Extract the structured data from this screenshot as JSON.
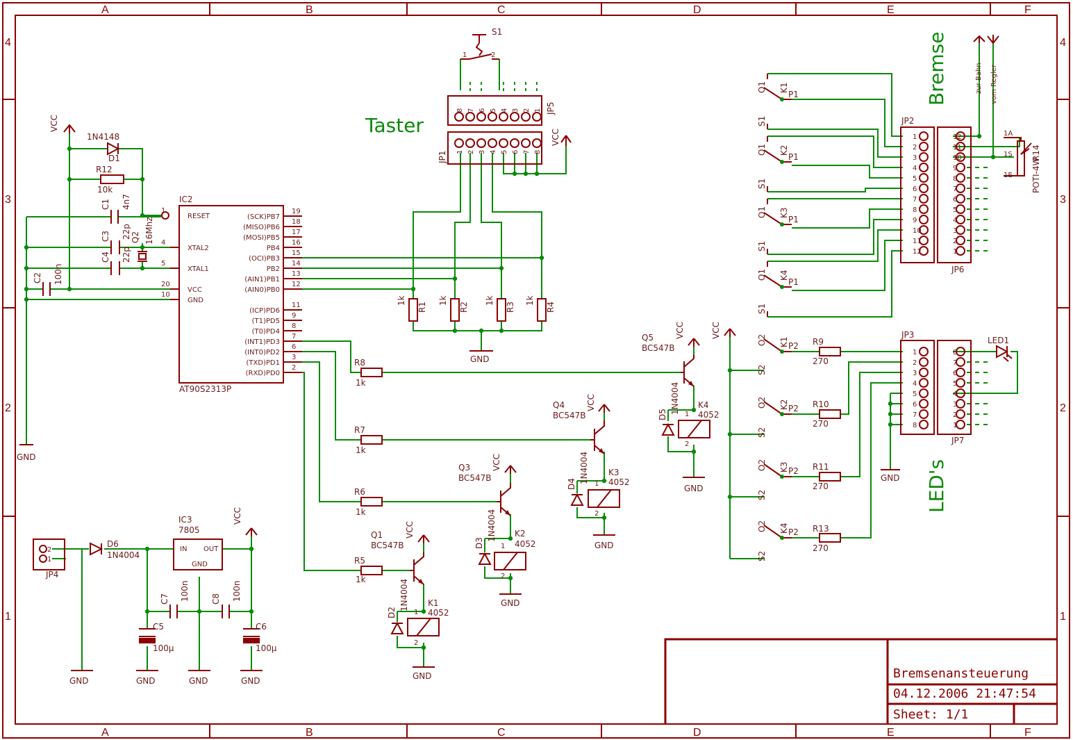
{
  "frame": {
    "cols": [
      "A",
      "B",
      "C",
      "D",
      "E",
      "F"
    ],
    "rows": [
      "4",
      "3",
      "2",
      "1"
    ]
  },
  "title_block": {
    "title": "Bremsenansteuerung",
    "datetime": "04.12.2006  21:47:54",
    "sheet": "Sheet: 1/1"
  },
  "section_labels": {
    "taster": "Taster",
    "bremse": "Bremse",
    "leds": "LED's"
  },
  "nets": {
    "vcc": "VCC",
    "gnd": "GND"
  },
  "mcu": {
    "ref": "IC2",
    "part": "AT90S2313P",
    "left_pins": [
      {
        "num": "1",
        "name": "RESET"
      },
      {
        "num": "4",
        "name": "XTAL2"
      },
      {
        "num": "5",
        "name": "XTAL1"
      },
      {
        "num": "20",
        "name": "VCC"
      },
      {
        "num": "10",
        "name": "GND"
      }
    ],
    "right_pins": [
      {
        "num": "19",
        "name": "(SCK)PB7"
      },
      {
        "num": "18",
        "name": "(MISO)PB6"
      },
      {
        "num": "17",
        "name": "(MOSI)PB5"
      },
      {
        "num": "16",
        "name": "PB4"
      },
      {
        "num": "15",
        "name": "(OCI)PB3"
      },
      {
        "num": "14",
        "name": "PB2"
      },
      {
        "num": "13",
        "name": "(AIN1)PB1"
      },
      {
        "num": "12",
        "name": "(AIN0)PB0"
      },
      {
        "num": "11",
        "name": "(ICP)PD6"
      },
      {
        "num": "9",
        "name": "(T1)PD5"
      },
      {
        "num": "8",
        "name": "(T0)PD4"
      },
      {
        "num": "7",
        "name": "(INT1)PD3"
      },
      {
        "num": "6",
        "name": "(INT0)PD2"
      },
      {
        "num": "3",
        "name": "(TXD)PD1"
      },
      {
        "num": "2",
        "name": "(RXD)PD0"
      }
    ]
  },
  "parts": {
    "d1": {
      "ref": "D1",
      "value": "1N4148"
    },
    "r12": {
      "ref": "R12",
      "value": "10k"
    },
    "c1": {
      "ref": "C1",
      "value": "4n7"
    },
    "c3": {
      "ref": "C3",
      "value": "22p"
    },
    "c4": {
      "ref": "C4",
      "value": "22p"
    },
    "q2": {
      "ref": "Q2",
      "value": "16Mhz"
    },
    "c2": {
      "ref": "C2",
      "value": "100n"
    },
    "s1": {
      "ref": "S1",
      "pin1": "1",
      "pin2": "2"
    },
    "jp5": {
      "ref": "JP5"
    },
    "jp1": {
      "ref": "JP1"
    },
    "r1": {
      "ref": "R1",
      "value": "1k"
    },
    "r2": {
      "ref": "R2",
      "value": "1k"
    },
    "r3": {
      "ref": "R3",
      "value": "1k"
    },
    "r4": {
      "ref": "R4",
      "value": "1k"
    },
    "r5": {
      "ref": "R5",
      "value": "1k"
    },
    "r6": {
      "ref": "R6",
      "value": "1k"
    },
    "r7": {
      "ref": "R7",
      "value": "1k"
    },
    "r8": {
      "ref": "R8",
      "value": "1k"
    },
    "q1": {
      "ref": "Q1",
      "value": "BC547B"
    },
    "q3": {
      "ref": "Q3",
      "value": "BC547B"
    },
    "q4": {
      "ref": "Q4",
      "value": "BC547B"
    },
    "q5": {
      "ref": "Q5",
      "value": "BC547B"
    },
    "d2": {
      "ref": "D2",
      "value": "1N4004"
    },
    "d3": {
      "ref": "D3",
      "value": "1N4004"
    },
    "d4": {
      "ref": "D4",
      "value": "1N4004"
    },
    "d5": {
      "ref": "D5",
      "value": "1N4004"
    },
    "k1": {
      "ref": "K1",
      "value": "4052"
    },
    "k2": {
      "ref": "K2",
      "value": "4052"
    },
    "k3": {
      "ref": "K3",
      "value": "4052"
    },
    "k4": {
      "ref": "K4",
      "value": "4052"
    },
    "jp4": {
      "ref": "JP4"
    },
    "d6": {
      "ref": "D6",
      "value": "1N4004"
    },
    "ic3": {
      "ref": "IC3",
      "value": "7805",
      "in": "IN",
      "out": "OUT",
      "gnd": "GND"
    },
    "c5": {
      "ref": "C5",
      "value": "100µ"
    },
    "c6": {
      "ref": "C6",
      "value": "100µ"
    },
    "c7": {
      "ref": "C7",
      "value": "100n"
    },
    "c8": {
      "ref": "C8",
      "value": "100n"
    },
    "jp2": {
      "ref": "JP2"
    },
    "jp6": {
      "ref": "JP6"
    },
    "jp3": {
      "ref": "JP3"
    },
    "jp7": {
      "ref": "JP7"
    },
    "r14": {
      "ref": "R14",
      "value": "POTI-4W",
      "p1a": "1A",
      "p1s": "1S",
      "p1e": "1E"
    },
    "led1": {
      "ref": "LED1"
    },
    "r9": {
      "ref": "R9",
      "value": "270"
    },
    "r10": {
      "ref": "R10",
      "value": "270"
    },
    "r11": {
      "ref": "R11",
      "value": "270"
    },
    "r13": {
      "ref": "R13",
      "value": "270"
    }
  },
  "bremse_contacts": [
    {
      "k": "K1",
      "o": "O1",
      "s": "S1",
      "p": "P1"
    },
    {
      "k": "K2",
      "o": "O1",
      "s": "S1",
      "p": "P1"
    },
    {
      "k": "K3",
      "o": "O1",
      "s": "S1",
      "p": "P1"
    },
    {
      "k": "K4",
      "o": "O1",
      "s": "S1",
      "p": "P1"
    }
  ],
  "led_contacts": [
    {
      "k": "K1",
      "o": "O2",
      "s": "S2",
      "p": "P2"
    },
    {
      "k": "K2",
      "o": "O2",
      "s": "S2",
      "p": "P2"
    },
    {
      "k": "K3",
      "o": "O2",
      "s": "S2",
      "p": "P2"
    },
    {
      "k": "K4",
      "o": "O2",
      "s": "S2",
      "p": "P2"
    }
  ],
  "bahn_labels": {
    "zur_bahn": "zur Bahn",
    "vom_regler": "vom Regler"
  },
  "relay_pins": {
    "p1": "1",
    "p2": "2"
  }
}
